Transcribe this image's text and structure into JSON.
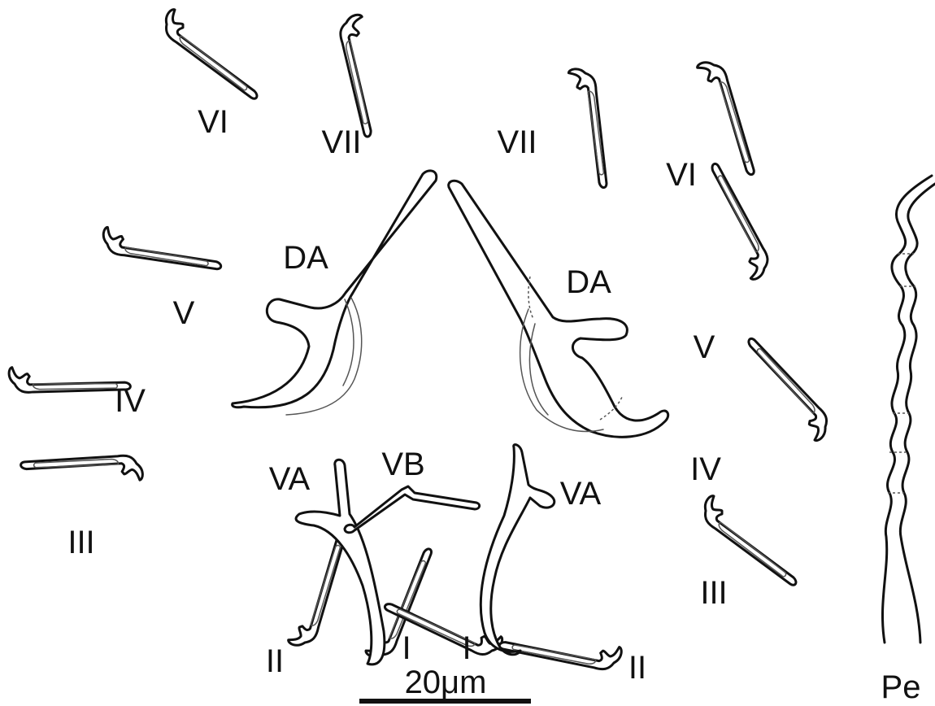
{
  "labels": {
    "dorsal_anchor": "DA",
    "ventral_anchor": "VA",
    "ventral_bar": "VB",
    "penis": "Pe",
    "hook_I": "I",
    "hook_II": "II",
    "hook_III": "III",
    "hook_IV": "IV",
    "hook_V": "V",
    "hook_VI": "VI",
    "hook_VII": "VII"
  },
  "scale_bar": {
    "label": "20μm"
  },
  "colors": {
    "line": "#111111",
    "background": "#ffffff"
  }
}
